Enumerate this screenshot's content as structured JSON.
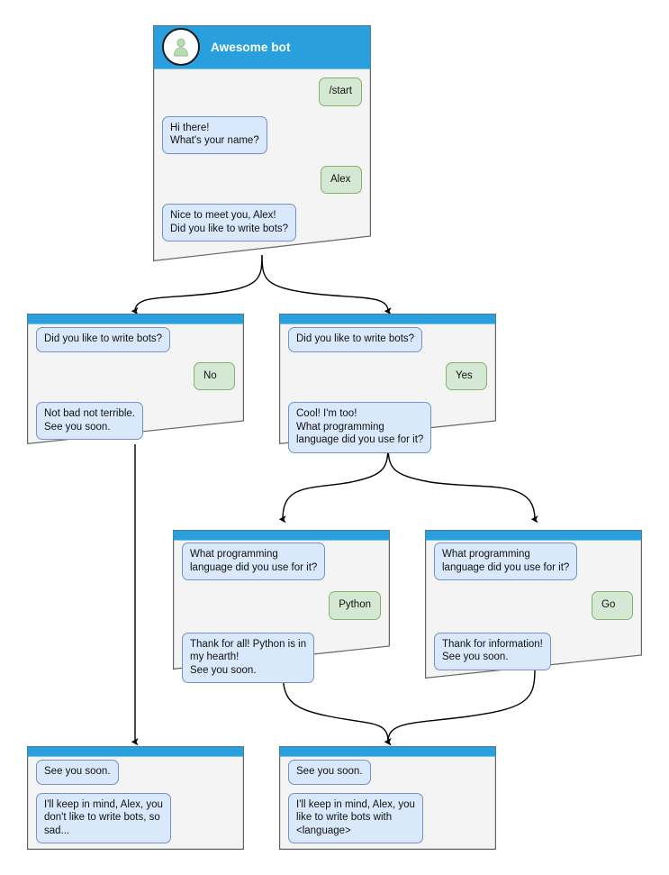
{
  "diagram": {
    "type": "chatbot-conversation-flowchart",
    "colors": {
      "header_blue": "#29a0dd",
      "node_fill": "#f4f4f4",
      "node_stroke": "#666666",
      "bot_bubble_fill": "#dae8fc",
      "bot_bubble_stroke": "#7093c4",
      "user_bubble_fill": "#d5e8d4",
      "user_bubble_stroke": "#82b366",
      "edge_stroke": "#000000",
      "avatar_fill": "#b8dbb3"
    }
  },
  "nodes": {
    "root": {
      "id": "root",
      "title": "Awesome bot",
      "avatar_icon": "person-avatar-icon",
      "messages": [
        {
          "from": "user",
          "text": "/start"
        },
        {
          "from": "bot",
          "text": "Hi there!\nWhat's your name?"
        },
        {
          "from": "user",
          "text": "Alex"
        },
        {
          "from": "bot",
          "text": "Nice to meet you, Alex!\nDid you like to write bots?"
        }
      ]
    },
    "no_branch": {
      "id": "no-branch",
      "messages": [
        {
          "from": "bot",
          "text": "Did you like to write bots?"
        },
        {
          "from": "user",
          "text": "No"
        },
        {
          "from": "bot",
          "text": "Not bad not terrible.\nSee you soon."
        }
      ]
    },
    "yes_branch": {
      "id": "yes-branch",
      "messages": [
        {
          "from": "bot",
          "text": "Did you like to write bots?"
        },
        {
          "from": "user",
          "text": "Yes"
        },
        {
          "from": "bot",
          "text": "Cool! I'm too!\nWhat programming\nlanguage did you use for it?"
        }
      ]
    },
    "python_branch": {
      "id": "python-branch",
      "messages": [
        {
          "from": "bot",
          "text": "What programming\nlanguage did you use for it?"
        },
        {
          "from": "user",
          "text": "Python"
        },
        {
          "from": "bot",
          "text": "Thank for all! Python is in\nmy hearth!\nSee you soon."
        }
      ]
    },
    "go_branch": {
      "id": "go-branch",
      "messages": [
        {
          "from": "bot",
          "text": "What programming\nlanguage did you use for it?"
        },
        {
          "from": "user",
          "text": "Go"
        },
        {
          "from": "bot",
          "text": "Thank for information!\nSee you soon."
        }
      ]
    },
    "end_sad": {
      "id": "end-sad",
      "messages": [
        {
          "from": "bot",
          "text": "See you soon."
        },
        {
          "from": "bot",
          "text": "I'll keep in mind, Alex, you\ndon't like to write bots, so\nsad..."
        }
      ]
    },
    "end_happy": {
      "id": "end-happy",
      "messages": [
        {
          "from": "bot",
          "text": "See you soon."
        },
        {
          "from": "bot",
          "text": "I'll keep in mind, Alex, you\nlike to write bots with\n<language>"
        }
      ]
    }
  },
  "edges": [
    {
      "from": "root",
      "to": "no_branch"
    },
    {
      "from": "root",
      "to": "yes_branch"
    },
    {
      "from": "yes_branch",
      "to": "python_branch"
    },
    {
      "from": "yes_branch",
      "to": "go_branch"
    },
    {
      "from": "no_branch",
      "to": "end_sad"
    },
    {
      "from": "python_branch",
      "to": "end_happy"
    },
    {
      "from": "go_branch",
      "to": "end_happy"
    }
  ]
}
